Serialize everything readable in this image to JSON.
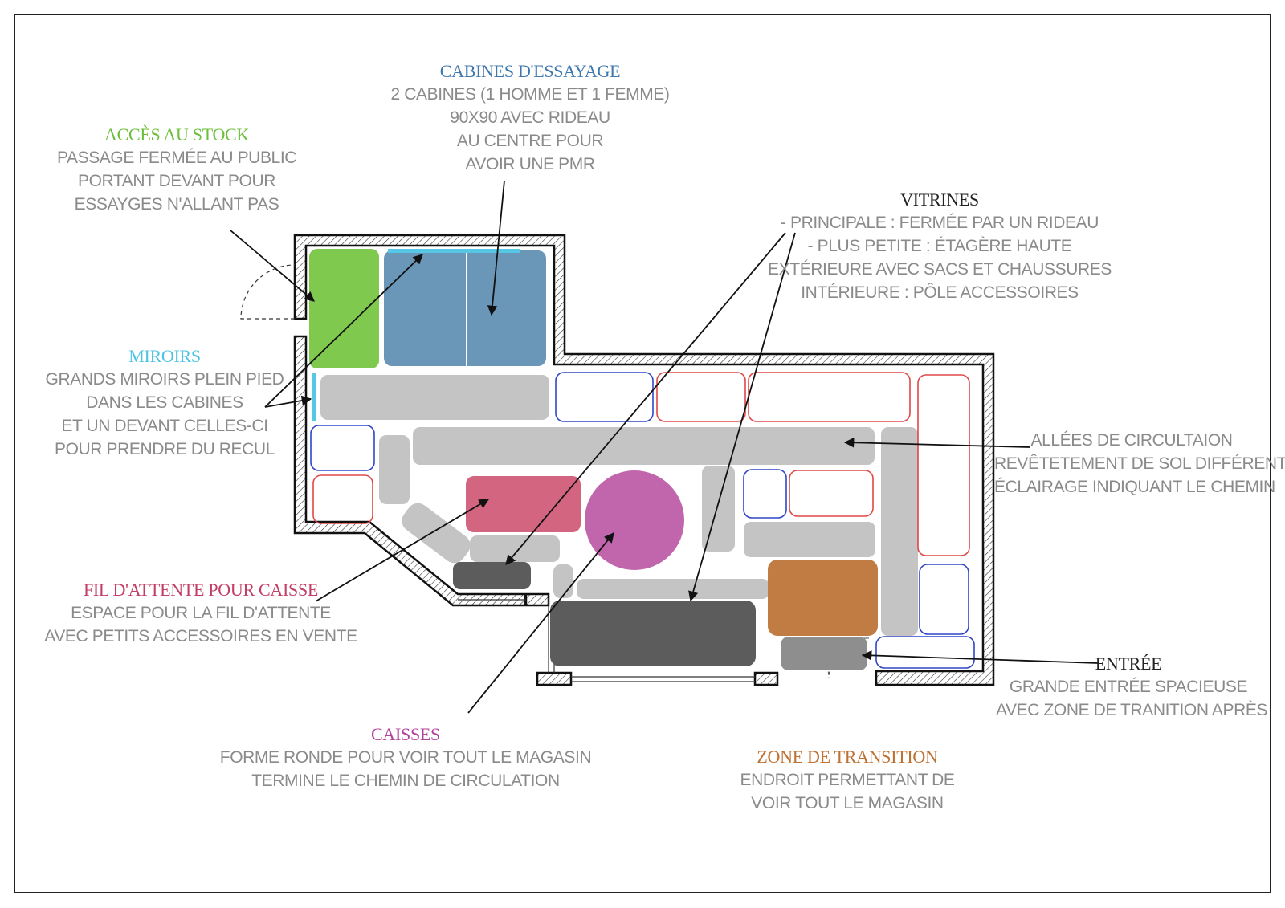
{
  "colors": {
    "stock": "#7fc94f",
    "cabins": "#6a96b8",
    "mirrors": "#56c8e6",
    "queue": "#d46580",
    "cashier": "#c165ac",
    "transition": "#c17c44",
    "circulation": "#c4c4c4",
    "dark_furniture": "#5c5c5c",
    "showcase_red": "#e04848",
    "showcase_blue": "#2f46c8",
    "wall": "#111111",
    "label_text": "#8a8a8a"
  },
  "labels": {
    "cabins": {
      "title": "CABINES D'ESSAYAGE",
      "color": "#3f78ad",
      "lines": [
        "2 CABINES (1 HOMME ET 1 FEMME)",
        "90X90 AVEC RIDEAU",
        "AU CENTRE POUR",
        "AVOIR UNE PMR"
      ]
    },
    "stock": {
      "title": "ACCÈS AU STOCK",
      "color": "#6cbf3a",
      "lines": [
        "PASSAGE FERMÉE AU PUBLIC",
        "PORTANT DEVANT POUR",
        "ESSAYGES N'ALLANT PAS"
      ]
    },
    "vitrines": {
      "title": "VITRINES",
      "color": "#222222",
      "lines": [
        "- PRINCIPALE : FERMÉE PAR UN RIDEAU",
        "- PLUS PETITE : ÉTAGÈRE HAUTE",
        "EXTÉRIEURE AVEC SACS ET CHAUSSURES",
        "INTÉRIEURE : PÔLE ACCESSOIRES"
      ]
    },
    "mirrors": {
      "title": "MIROIRS",
      "color": "#4cc3e3",
      "lines": [
        "GRANDS MIROIRS PLEIN PIED",
        "DANS LES CABINES",
        "ET UN DEVANT CELLES-CI",
        "POUR PRENDRE DU RECUL"
      ]
    },
    "aisles": {
      "title": "ALLÉES DE CIRCULTAION",
      "color": "#8a8a8a",
      "lines": [
        "REVÊTETEMENT DE SOL DIFFÉRENT",
        "ÉCLAIRAGE INDIQUANT LE CHEMIN"
      ]
    },
    "queue": {
      "title": "FIL D'ATTENTE POUR CAISSE",
      "color": "#c23e66",
      "lines": [
        "ESPACE POUR LA FIL D'ATTENTE",
        "AVEC PETITS ACCESSOIRES EN VENTE"
      ]
    },
    "entrance": {
      "title": "ENTRÉE",
      "color": "#222222",
      "lines": [
        "GRANDE ENTRÉE SPACIEUSE",
        "AVEC ZONE DE TRANITION APRÈS"
      ]
    },
    "cashier": {
      "title": "CAISSES",
      "color": "#b2429a",
      "lines": [
        "FORME RONDE POUR VOIR TOUT LE MAGASIN",
        "TERMINE LE CHEMIN DE CIRCULATION"
      ]
    },
    "transition": {
      "title": "ZONE DE TRANSITION",
      "color": "#bf7131",
      "lines": [
        "ENDROIT PERMETTANT DE",
        "VOIR TOUT LE MAGASIN"
      ]
    }
  }
}
